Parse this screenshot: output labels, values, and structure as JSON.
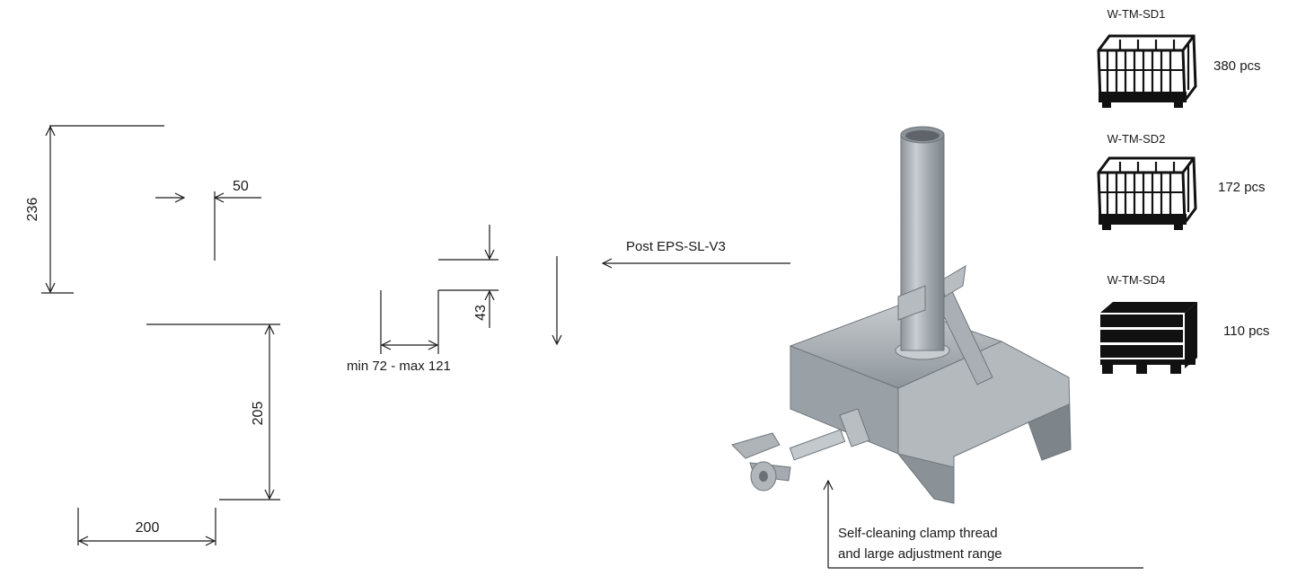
{
  "dimensions": {
    "height_top": "236",
    "width_small": "50",
    "height_bottom": "205",
    "width_bottom": "200",
    "offset": "43",
    "range": "min 72 - max 121"
  },
  "labels": {
    "post": "Post  EPS-SL-V3",
    "clamp_line1": "Self-cleaning clamp thread",
    "clamp_line2": "and large adjustment range"
  },
  "containers": [
    {
      "code": "W-TM-SD1",
      "qty": "380 pcs",
      "icon": "mesh-box-pallet-icon"
    },
    {
      "code": "W-TM-SD2",
      "qty": "172 pcs",
      "icon": "mesh-box-pallet-icon"
    },
    {
      "code": "W-TM-SD4",
      "qty": "110 pcs",
      "icon": "wooden-crate-pallet-icon"
    }
  ]
}
